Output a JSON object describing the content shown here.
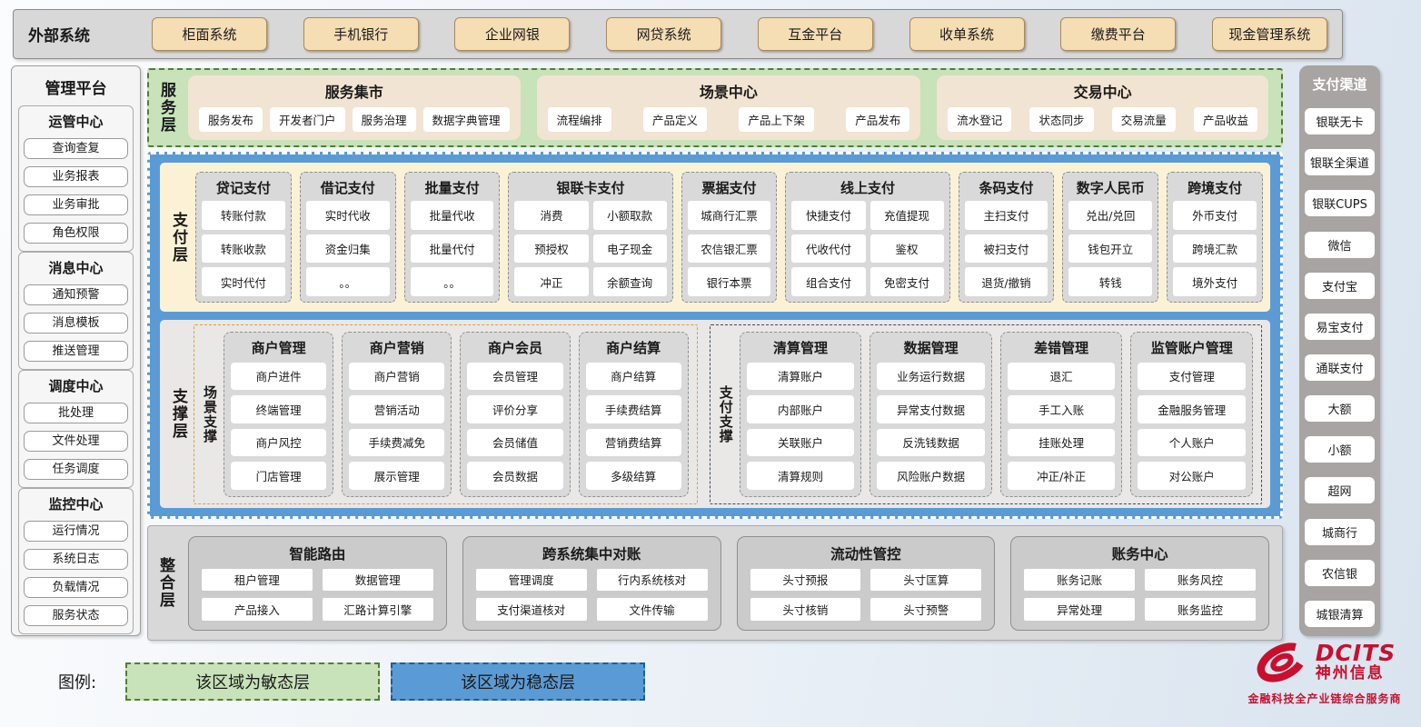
{
  "external_systems": {
    "label": "外部系统",
    "items": [
      "柜面系统",
      "手机银行",
      "企业网银",
      "网贷系统",
      "互金平台",
      "收单系统",
      "缴费平台",
      "现金管理系统"
    ]
  },
  "management_platform": {
    "title": "管理平台",
    "groups": [
      {
        "title": "运管中心",
        "items": [
          "查询查复",
          "业务报表",
          "业务审批",
          "角色权限"
        ]
      },
      {
        "title": "消息中心",
        "items": [
          "通知预警",
          "消息模板",
          "推送管理"
        ]
      },
      {
        "title": "调度中心",
        "items": [
          "批处理",
          "文件处理",
          "任务调度"
        ]
      },
      {
        "title": "监控中心",
        "items": [
          "运行情况",
          "系统日志",
          "负载情况",
          "服务状态"
        ]
      }
    ]
  },
  "service_layer": {
    "label": "服务层",
    "panels": [
      {
        "title": "服务集市",
        "items": [
          "服务发布",
          "开发者门户",
          "服务治理",
          "数据字典管理"
        ]
      },
      {
        "title": "场景中心",
        "items": [
          "流程编排",
          "产品定义",
          "产品上下架",
          "产品发布"
        ]
      },
      {
        "title": "交易中心",
        "items": [
          "流水登记",
          "状态同步",
          "交易流量",
          "产品收益"
        ]
      }
    ]
  },
  "payment_layer": {
    "label": "支付层",
    "columns": [
      {
        "title": "贷记支付",
        "cols": 1,
        "items": [
          "转账付款",
          "转账收款",
          "实时代付"
        ]
      },
      {
        "title": "借记支付",
        "cols": 1,
        "items": [
          "实时代收",
          "资金归集",
          "。。"
        ]
      },
      {
        "title": "批量支付",
        "cols": 1,
        "items": [
          "批量代收",
          "批量代付",
          "。。"
        ]
      },
      {
        "title": "银联卡支付",
        "cols": 2,
        "items": [
          "消费",
          "小额取款",
          "预授权",
          "电子现金",
          "冲正",
          "余额查询"
        ]
      },
      {
        "title": "票据支付",
        "cols": 1,
        "items": [
          "城商行汇票",
          "农信银汇票",
          "银行本票"
        ]
      },
      {
        "title": "线上支付",
        "cols": 2,
        "items": [
          "快捷支付",
          "充值提现",
          "代收代付",
          "鉴权",
          "组合支付",
          "免密支付"
        ]
      },
      {
        "title": "条码支付",
        "cols": 1,
        "items": [
          "主扫支付",
          "被扫支付",
          "退货/撤销"
        ]
      },
      {
        "title": "数字人民币",
        "cols": 1,
        "items": [
          "兑出/兑回",
          "钱包开立",
          "转钱"
        ]
      },
      {
        "title": "跨境支付",
        "cols": 1,
        "items": [
          "外币支付",
          "跨境汇款",
          "境外支付"
        ]
      }
    ]
  },
  "support_layer": {
    "label": "支撑层",
    "sections": [
      {
        "label": "场景支撑",
        "columns": [
          {
            "title": "商户管理",
            "items": [
              "商户进件",
              "终端管理",
              "商户风控",
              "门店管理"
            ]
          },
          {
            "title": "商户营销",
            "items": [
              "商户营销",
              "营销活动",
              "手续费减免",
              "展示管理"
            ]
          },
          {
            "title": "商户会员",
            "items": [
              "会员管理",
              "评价分享",
              "会员储值",
              "会员数据"
            ]
          },
          {
            "title": "商户结算",
            "items": [
              "商户结算",
              "手续费结算",
              "营销费结算",
              "多级结算"
            ]
          }
        ]
      },
      {
        "label": "支付支撑",
        "columns": [
          {
            "title": "清算管理",
            "items": [
              "清算账户",
              "内部账户",
              "关联账户",
              "清算规则"
            ]
          },
          {
            "title": "数据管理",
            "items": [
              "业务运行数据",
              "异常支付数据",
              "反洗钱数据",
              "风险账户数据"
            ]
          },
          {
            "title": "差错管理",
            "items": [
              "退汇",
              "手工入账",
              "挂账处理",
              "冲正/补正"
            ]
          },
          {
            "title": "监管账户管理",
            "items": [
              "支付管理",
              "金融服务管理",
              "个人账户",
              "对公账户"
            ]
          }
        ]
      }
    ]
  },
  "integration_layer": {
    "label": "整合层",
    "panels": [
      {
        "title": "智能路由",
        "items": [
          "租户管理",
          "数据管理",
          "产品接入",
          "汇路计算引擎"
        ]
      },
      {
        "title": "跨系统集中对账",
        "items": [
          "管理调度",
          "行内系统核对",
          "支付渠道核对",
          "文件传输"
        ]
      },
      {
        "title": "流动性管控",
        "items": [
          "头寸预报",
          "头寸匡算",
          "头寸核销",
          "头寸预警"
        ]
      },
      {
        "title": "账务中心",
        "items": [
          "账务记账",
          "账务风控",
          "异常处理",
          "账务监控"
        ]
      }
    ]
  },
  "payment_channels": {
    "title": "支付渠道",
    "items": [
      "银联无卡",
      "银联全渠道",
      "银联CUPS",
      "微信",
      "支付宝",
      "易宝支付",
      "通联支付",
      "大额",
      "小额",
      "超网",
      "城商行",
      "农信银",
      "城银清算"
    ]
  },
  "legend": {
    "label": "图例:",
    "items": [
      {
        "text": "该区域为敏态层",
        "color": "#C8E2BA"
      },
      {
        "text": "该区域为稳态层",
        "color": "#5B9BD5"
      }
    ]
  },
  "logo": {
    "brand": "DCITS",
    "name": "神州信息",
    "tagline": "金融科技全产业链综合服务商",
    "brand_color": "#C8102E"
  }
}
